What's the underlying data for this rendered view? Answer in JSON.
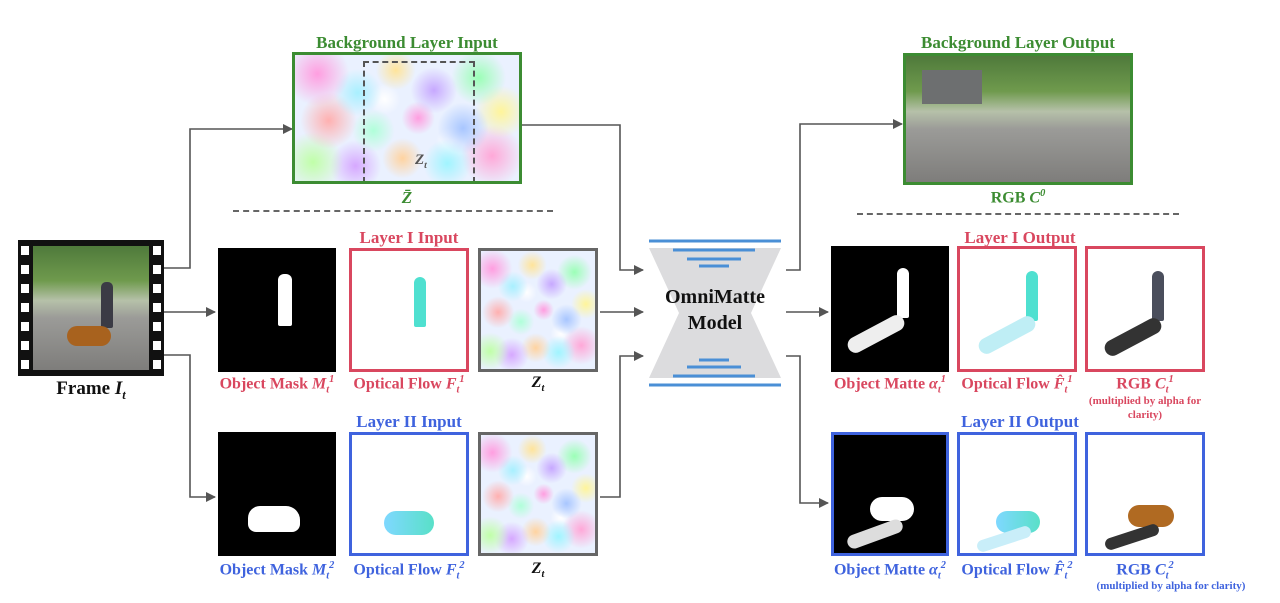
{
  "labels": {
    "bg_input": "Background Layer Input",
    "zbar": "Z̄",
    "zt_small": "Z",
    "zt_small_sub": "t",
    "frame": "Frame ",
    "frame_var": "I",
    "frame_sub": "t",
    "layer1_input": "Layer I Input",
    "layer2_input": "Layer II Input",
    "mask1": "Object Mask ",
    "mask_var": "M",
    "mask1_sub": "t",
    "mask1_sup": "1",
    "flow1": "Optical Flow ",
    "flow_var": "F",
    "flow1_sub": "t",
    "flow1_sup": "1",
    "z1": "Z",
    "z1_sub": "t",
    "mask2": "Object Mask ",
    "mask2_sub": "t",
    "mask2_sup": "2",
    "flow2": "Optical Flow ",
    "flow2_sub": "t",
    "flow2_sup": "2",
    "z2": "Z",
    "z2_sub": "t",
    "model_line1": "OmniMatte",
    "model_line2": "Model",
    "bg_output": "Background Layer Output",
    "rgb0": "RGB ",
    "rgb0_var": "C",
    "rgb0_sup": "0",
    "layer1_output": "Layer I Output",
    "layer2_output": "Layer II Output",
    "matte1": "Object Matte ",
    "matte_var": "α",
    "matte1_sub": "t",
    "matte1_sup": "1",
    "oflow1": "Optical Flow ",
    "oflow_var": "F̂",
    "oflow1_sub": "t",
    "oflow1_sup": "1",
    "rgb1": "RGB ",
    "rgb_var": "C",
    "rgb1_sub": "t",
    "rgb1_sup": "1",
    "rgb1_note": "(multiplied by alpha for clarity)",
    "matte2": "Object Matte ",
    "matte2_sub": "t",
    "matte2_sup": "2",
    "oflow2": "Optical Flow ",
    "oflow2_sub": "t",
    "oflow2_sup": "2",
    "rgb2": "RGB ",
    "rgb2_sub": "t",
    "rgb2_sup": "2",
    "rgb2_note": "(multiplied by alpha for clarity)"
  },
  "colors": {
    "background": "#3c8c32",
    "layer1": "#d9475f",
    "layer2": "#3f63de",
    "model_lines": "#4a8fd6",
    "arrows": "#555555"
  }
}
